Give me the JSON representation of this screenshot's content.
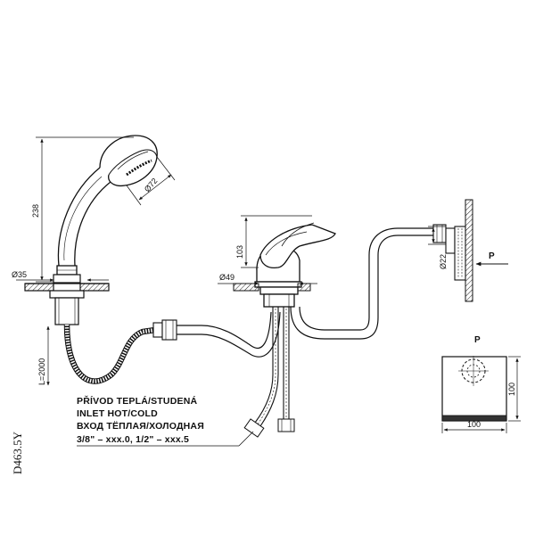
{
  "dimensions": {
    "shower_height": "238",
    "handshower_diameter": "Ø72",
    "hole_left": "Ø35",
    "hole_mixer": "Ø49",
    "mixer_height": "103",
    "wall_pipe": "Ø22",
    "hose_length": "L=2000",
    "box_width": "100",
    "box_height": "100"
  },
  "labels": {
    "pressure_arrow": "P",
    "view_label": "P"
  },
  "inlet_note": {
    "line1": "PŘÍVOD TEPLÁ/STUDENÁ",
    "line2": "INLET HOT/COLD",
    "line3": "ВХОД ТЁПЛАЯ/ХОЛОДНАЯ",
    "line4": "3/8\" – xxx.0, 1/2\" – xxx.5"
  },
  "product_code": "D463.5Y"
}
